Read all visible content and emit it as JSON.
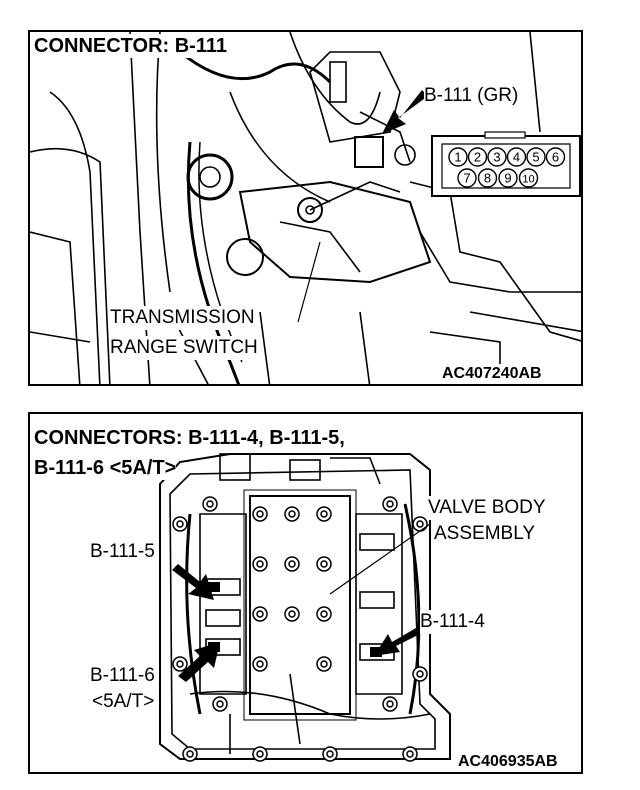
{
  "top_panel": {
    "title": "CONNECTOR: B-111",
    "connector_label": "B-111 (GR)",
    "pins_top": [
      "1",
      "2",
      "3",
      "4",
      "5",
      "6"
    ],
    "pins_bottom": [
      "7",
      "8",
      "9",
      "10"
    ],
    "component_label_line1": "TRANSMISSION",
    "component_label_line2": "RANGE SWITCH",
    "figure_code": "AC407240AB"
  },
  "bottom_panel": {
    "title_line1": "CONNECTORS: B-111-4, B-111-5,",
    "title_line2": "B-111-6 <5A/T>",
    "valve_body_line1": "VALVE BODY",
    "valve_body_line2": "ASSEMBLY",
    "label_b111_5": "B-111-5",
    "label_b111_4": "B-111-4",
    "label_b111_6": "B-111-6",
    "label_5at": "<5A/T>",
    "figure_code": "AC406935AB"
  }
}
